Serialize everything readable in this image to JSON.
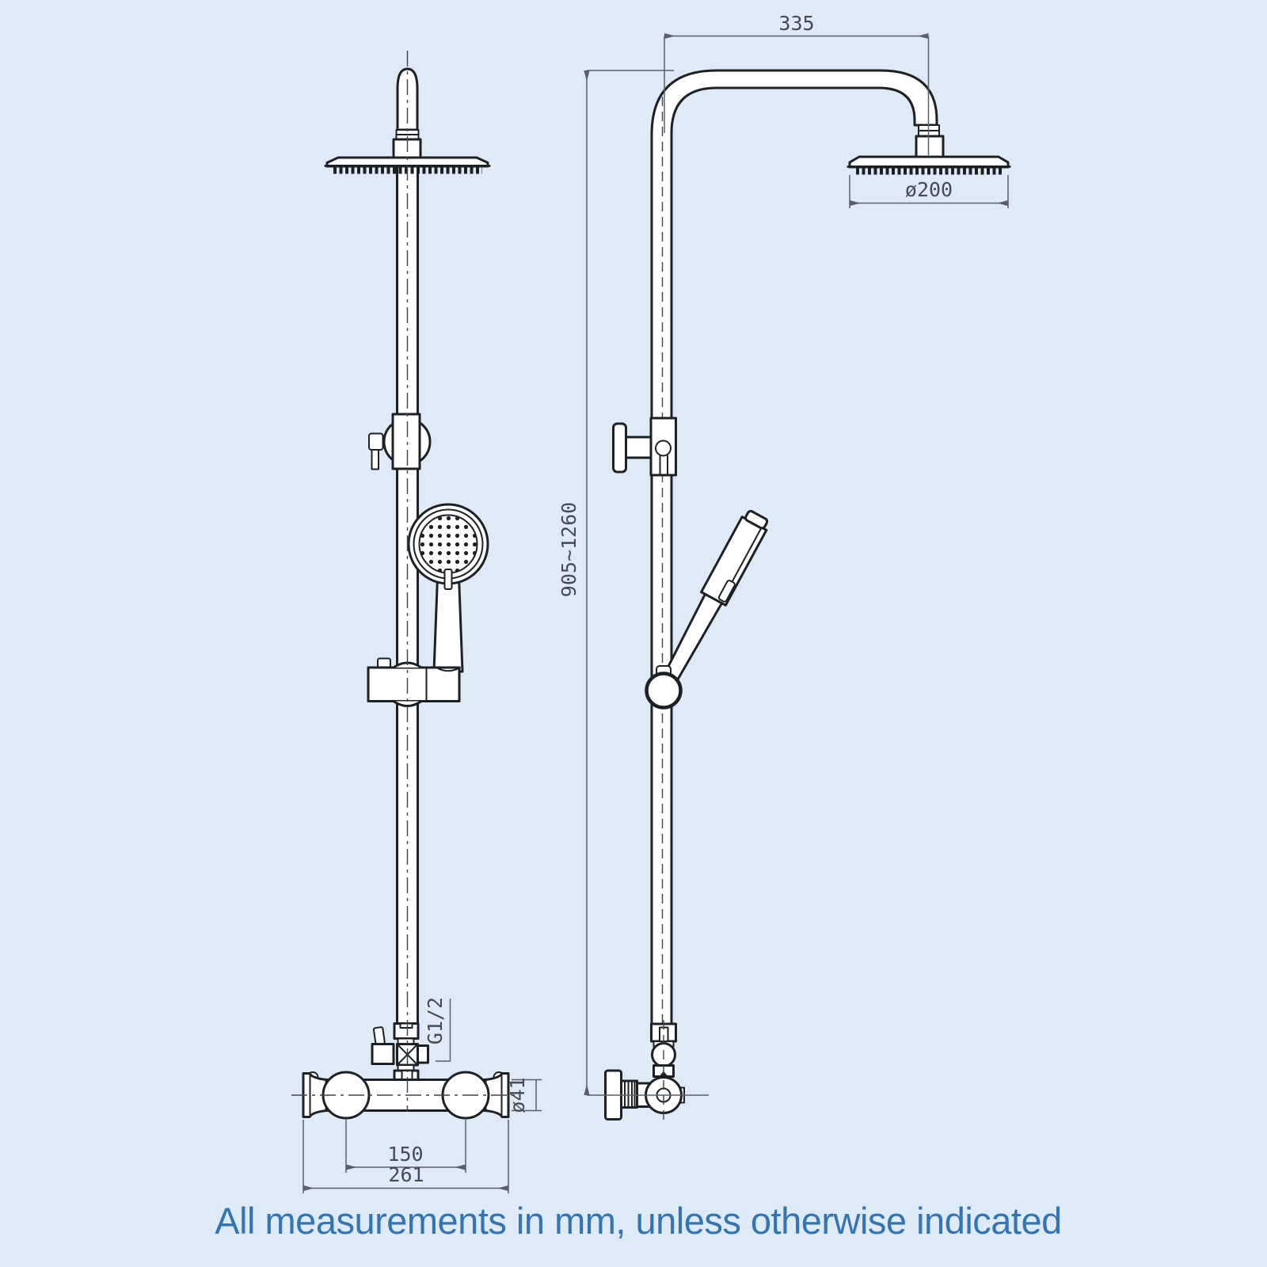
{
  "dimensions": {
    "arm_projection": "335",
    "head_diameter": "ø200",
    "adjustable_height": "905~1260",
    "outlet_thread": "G1/2",
    "valve_diameter": "ø41",
    "inlet_centres": "150",
    "valve_length": "261"
  },
  "footer": {
    "note": "All measurements in mm, unless otherwise indicated"
  },
  "colors": {
    "background": "#dfeaf7",
    "line": "#1c2126",
    "dim_line": "#596068",
    "dim_text": "#454b52",
    "note_text": "#3375b3"
  }
}
